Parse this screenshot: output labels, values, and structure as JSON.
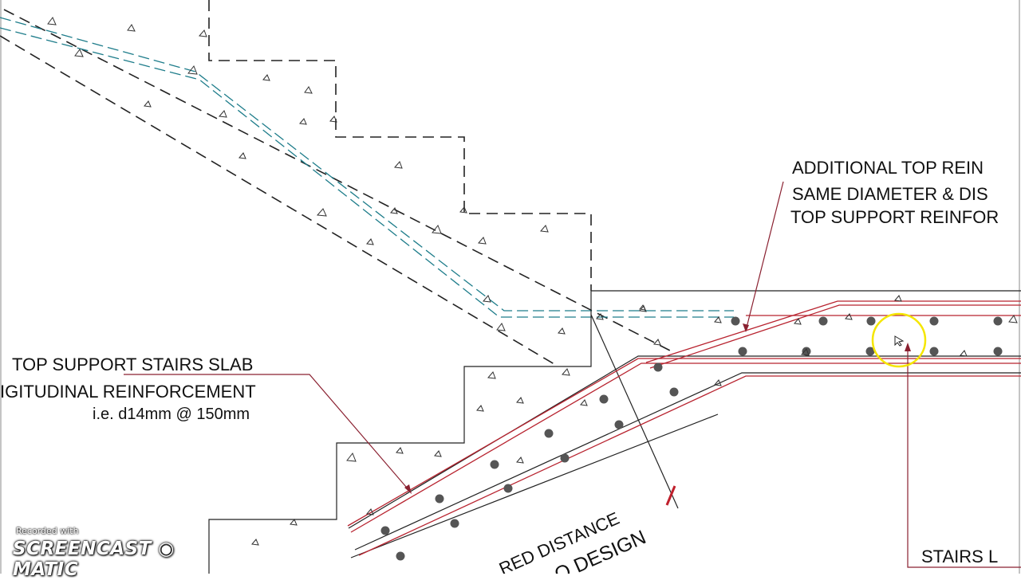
{
  "labels": {
    "additional_top_line1": "ADDITIONAL TOP REIN",
    "additional_top_line2": "SAME DIAMETER & DIS",
    "additional_top_line3": "TOP SUPPORT REINFOR",
    "top_support_line1": "TOP SUPPORT STAIRS SLAB",
    "top_support_line2": "IGITUDINAL REINFORCEMENT",
    "top_support_line3": "i.e. d14mm @ 150mm",
    "distance_fragment": "RED DISTANCE",
    "design_fragment": "O DESIGN",
    "stairs_fragment": "STAIRS L"
  },
  "watermark": {
    "small": "Recorded with",
    "brand": "SCREENCAST ◉ MATIC"
  },
  "colors": {
    "rebar": "#b8232f",
    "leader": "#8a2030",
    "hidden_rebar": "#1d7c8a",
    "concrete_outline": "#222222",
    "cursor_highlight": "#f5e600"
  }
}
